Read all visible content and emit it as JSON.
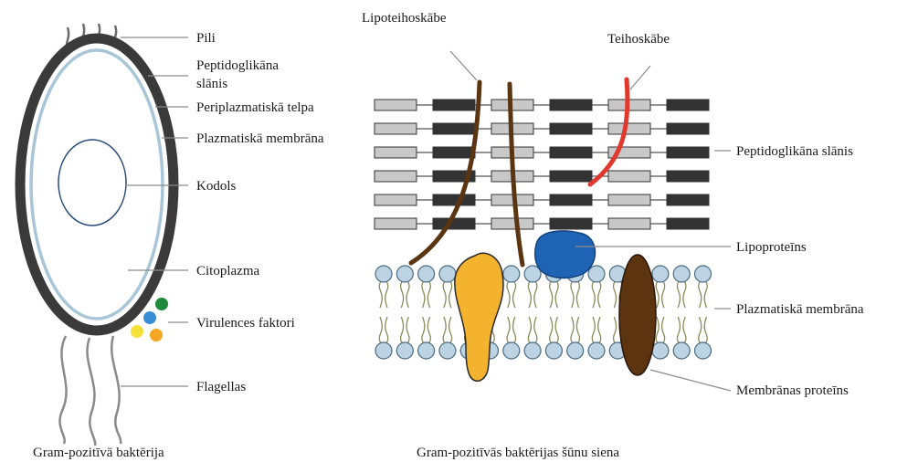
{
  "left_panel": {
    "caption": "Gram-pozitīvā baktērija",
    "labels": {
      "pili": "Pili",
      "peptidoglycan_1": "Peptidoglikāna",
      "peptidoglycan_2": "slānis",
      "periplasmic": "Periplazmatiskā telpa",
      "plasma_membrane": "Plazmatiskā membrāna",
      "nucleus": "Kodols",
      "cytoplasm": "Citoplazma",
      "virulence": "Virulences faktori",
      "flagella": "Flagellas"
    }
  },
  "right_panel": {
    "caption": "Gram-pozitīvās baktērijas šūnu siena",
    "labels": {
      "lipoteichoic": "Lipoteihoskābe",
      "teichoic": "Teihoskābe",
      "peptidoglycan": "Peptidoglikāna slānis",
      "lipoprotein": "Lipoproteīns",
      "plasma_membrane": "Plazmatiskā membrāna",
      "membrane_protein": "Membrānas proteīns"
    }
  },
  "colors": {
    "cell_wall": "#3a3a3a",
    "periplasm_ring": "#a9c6d9",
    "lipoteichoic_acid": "#5a3512",
    "teichoic_acid": "#e03a2e",
    "lipoprotein": "#1f63b5",
    "yellow_protein": "#f3b32e",
    "brown_protein": "#5c3410",
    "lipid_head": "#bcd3e3",
    "lipid_tail": "#8a8a5a",
    "virulence_green": "#1f8a3b",
    "virulence_blue": "#3a8ed6",
    "virulence_yellow": "#f5e13a",
    "virulence_orange": "#f5a623"
  }
}
